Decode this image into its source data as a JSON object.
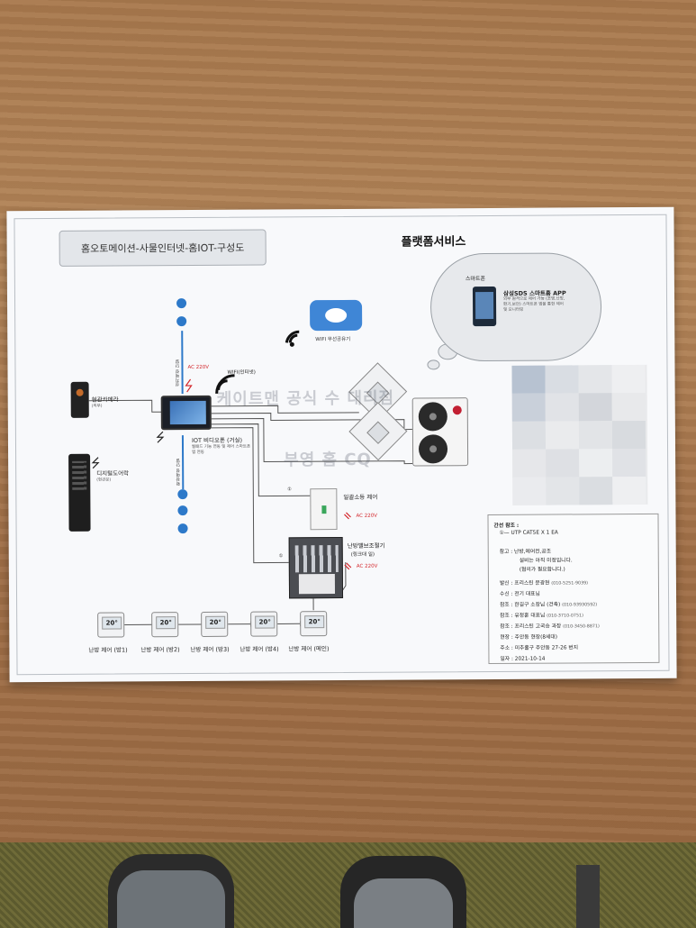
{
  "doc": {
    "title": "홈오토메이션-사물인터넷-홈IOT-구성도",
    "platform": "플랫폼서비스"
  },
  "cloud": {
    "phone_label": "스마트폰",
    "app_title": "삼성SDS 스마트홈 APP",
    "app_desc": "외부 원격으로 제어 가능 (조명,난방,환기,보안) 스마트폰 앱을 통한 제어 및 모니터링"
  },
  "router": {
    "label": "WIFI 무선공유기"
  },
  "left_devices": {
    "camera": {
      "label": "현관카메라",
      "sub": "(외부)"
    },
    "doorlock": {
      "label": "디지털도어락",
      "sub": "(현관문)"
    },
    "top_vertical": "설치예정 단말",
    "bottom_vertical": "확장예정 단말"
  },
  "videophone": {
    "ac_label": "AC 220V",
    "wifi_label": "WIFI(인터넷)",
    "label": "IOT 비디오폰 (거실)",
    "desc": "월패드 기능 연동 및 제어 스마트폰 앱 연동"
  },
  "devices": {
    "light": {
      "label": "일괄소등 제어",
      "ac": "AC 220V",
      "marker": "①"
    },
    "valve": {
      "label": "난방밸브조절기",
      "sub": "(링크대 일)",
      "ac": "AC 220V",
      "marker": "①"
    }
  },
  "thermostats": [
    {
      "label": "난방 제어 (방1)",
      "display": "20°"
    },
    {
      "label": "난방 제어 (방2)",
      "display": "20°"
    },
    {
      "label": "난방 제어 (방3)",
      "display": "20°"
    },
    {
      "label": "난방 제어 (방4)",
      "display": "20°"
    },
    {
      "label": "난방 제어 (메인)",
      "display": "20°"
    }
  ],
  "info": {
    "title": "간선 참조 :",
    "cable": "①— UTP CAT5E X 1 EA",
    "note1": "참고 : 난방,에어컨,공조",
    "note2": "설비는 아직 미정입니다.",
    "note3": "(협의가 필요합니다.)",
    "rows": [
      {
        "label": "발신 : 프리스틴 문광현",
        "num": "(010-5251-9039)"
      },
      {
        "label": "수신 : 전기 대표님",
        "num": ""
      },
      {
        "label": "참조 : 한길구 소장님 (건축)",
        "num": "(010-93930592)"
      },
      {
        "label": "참조 : 유정훈 대표님",
        "num": "(010-3710-0751)"
      },
      {
        "label": "참조 : 프리스틴 고국승 과장",
        "num": "(010-3450-8871)"
      },
      {
        "label": "현장 : 주안동 현장(8세대)",
        "num": ""
      },
      {
        "label": "주소 : 미추홀구 주안동 27-26 번지",
        "num": ""
      },
      {
        "label": "일자 : 2021-10-14",
        "num": ""
      }
    ]
  },
  "watermark": {
    "line1": "케이트맨 공식 수 대리점",
    "line2": "부영 홈 CQ"
  }
}
